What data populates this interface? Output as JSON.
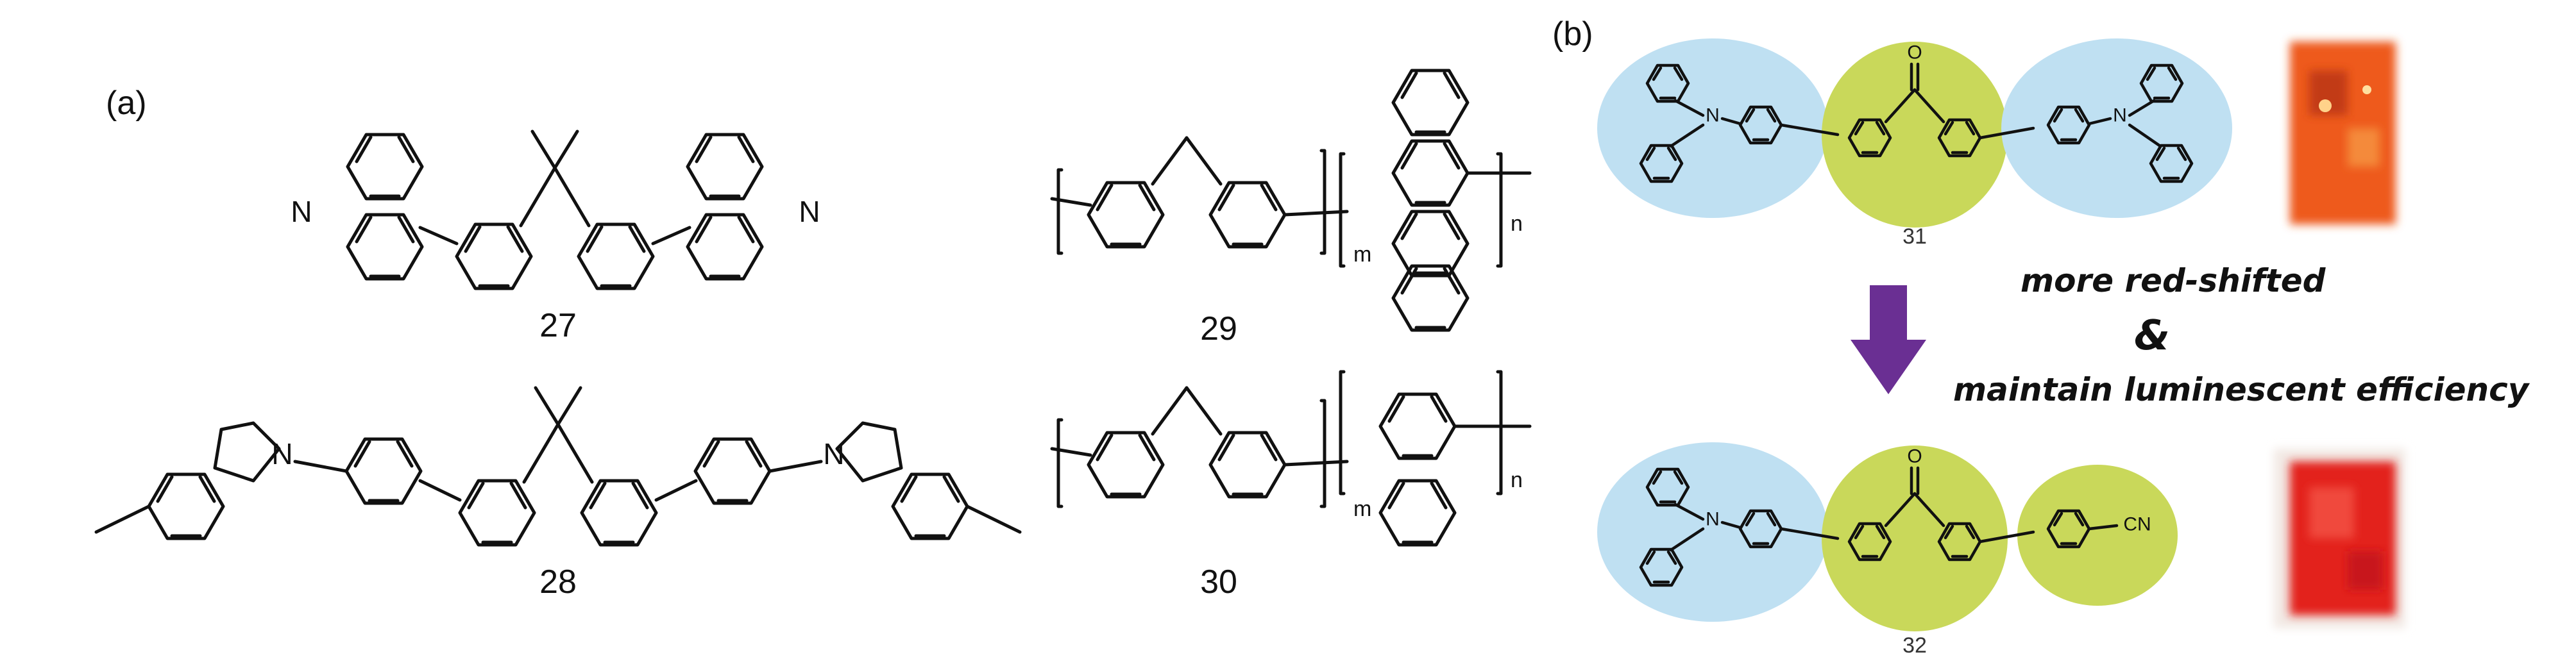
{
  "panels": {
    "a": {
      "label": "(a)"
    },
    "b": {
      "label": "(b)"
    }
  },
  "compounds": {
    "c27": {
      "number": "27",
      "atom_left": "N",
      "atom_right": "N"
    },
    "c28": {
      "number": "28",
      "atom_left": "N",
      "atom_right": "N"
    },
    "c29": {
      "number": "29",
      "sub_m": "m",
      "sub_n": "n"
    },
    "c30": {
      "number": "30",
      "sub_m": "m",
      "sub_n": "n"
    },
    "c31": {
      "number": "31",
      "atom_n1": "N",
      "atom_n2": "N",
      "atom_o": "O"
    },
    "c32": {
      "number": "32",
      "atom_n1": "N",
      "atom_o": "O",
      "atom_cn": "CN"
    }
  },
  "annotation": {
    "line1": "more red-shifted",
    "amp": "&",
    "line2": "maintain luminescent efficiency"
  },
  "colors": {
    "donor_bubble": "#bfe0f2",
    "acceptor_bubble": "#c9d85a",
    "arrow": "#6a2f93",
    "sample_top": "#ee5a1c",
    "sample_bottom": "#e3201b"
  }
}
